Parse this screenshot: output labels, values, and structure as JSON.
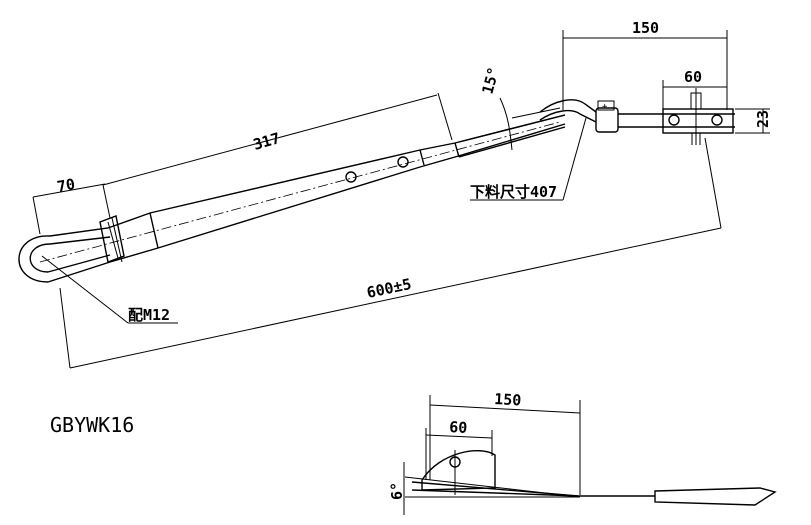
{
  "labels": {
    "dim_150_top": "150",
    "dim_60_top": "60",
    "dim_23": "23",
    "dim_317": "317",
    "dim_70": "70",
    "angle_15": "15°",
    "cut_size": "下料尺寸407",
    "length_total": "600±5",
    "fit_thread": "配M12",
    "model_code": "GBYWK16",
    "dim_150_bottom": "150",
    "dim_60_bottom": "60",
    "angle_6": "6°"
  }
}
